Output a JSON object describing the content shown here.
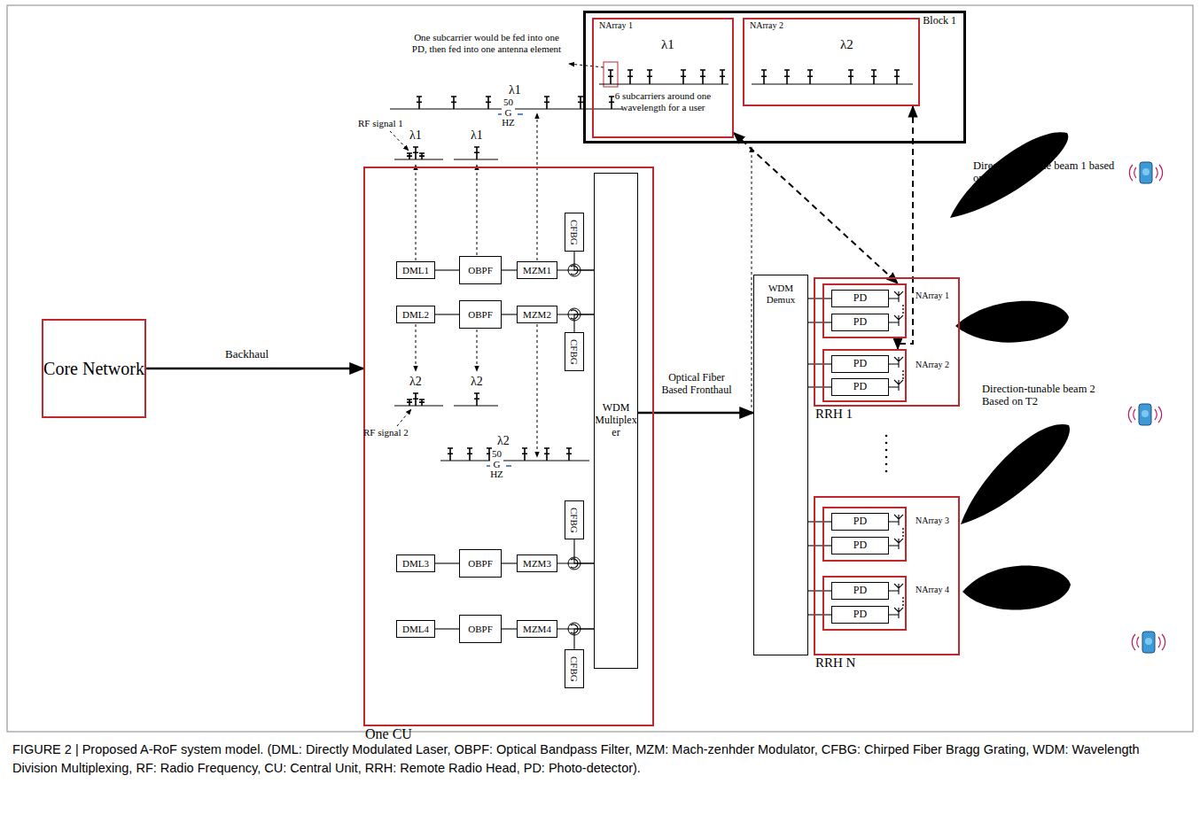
{
  "diagram": {
    "caption": "FIGURE 2 | Proposed A-RoF system model. (DML: Directly Modulated Laser, OBPF: Optical Bandpass Filter, MZM: Mach-zenhder Modulator, CFBG: Chirped Fiber Bragg Grating, WDM: Wavelength Division Multiplexing, RF: Radio Frequency, CU: Central Unit, RRH: Remote Radio Head, PD: Photo-detector).",
    "nodes": [
      {
        "text": [
          "Core Network"
        ]
      },
      {
        "text": [
          "One CU"
        ]
      },
      {
        "text": [
          "DML1"
        ],
        "in": 1
      },
      {
        "text": [
          "OBPF"
        ],
        "in": 1
      },
      {
        "text": [
          "MZM1"
        ],
        "in": 1
      },
      {
        "text": [
          "CFBG"
        ],
        "in": 1
      },
      {
        "text": [
          "DML2"
        ],
        "in": 1
      },
      {
        "text": [
          "OBPF"
        ],
        "in": 1
      },
      {
        "text": [
          "MZM2"
        ],
        "in": 1
      },
      {
        "text": [
          "CFBG"
        ],
        "in": 1
      },
      {
        "text": [
          "DML3"
        ],
        "in": 1
      },
      {
        "text": [
          "OBPF"
        ],
        "in": 1
      },
      {
        "text": [
          "MZM3"
        ],
        "in": 1
      },
      {
        "text": [
          "CFBG"
        ],
        "in": 1
      },
      {
        "text": [
          "DML4"
        ],
        "in": 1
      },
      {
        "text": [
          "OBPF"
        ],
        "in": 1
      },
      {
        "text": [
          "MZM4"
        ],
        "in": 1
      },
      {
        "text": [
          "CFBG"
        ],
        "in": 1
      },
      {
        "text": [
          "WDM Multiplexer"
        ],
        "in": 1
      },
      {
        "text": [
          "Block 1"
        ]
      },
      {
        "text": [
          "NArray 1",
          "λ1",
          "6 subcarriers around one wavelength for a user"
        ],
        "in": 19
      },
      {
        "text": [
          "NArray 2",
          "λ2"
        ],
        "in": 19
      },
      {
        "text": [
          "WDM Demux"
        ]
      },
      {
        "text": [
          "RRH 1"
        ]
      },
      {
        "text": [
          "NArray 1"
        ],
        "in": 23
      },
      {
        "text": [
          "PD"
        ],
        "in": 24
      },
      {
        "text": [
          "PD"
        ],
        "in": 24
      },
      {
        "text": [
          "NArray 2"
        ],
        "in": 23
      },
      {
        "text": [
          "PD"
        ],
        "in": 27
      },
      {
        "text": [
          "PD"
        ],
        "in": 27
      },
      {
        "text": [
          "RRH N"
        ]
      },
      {
        "text": [
          "NArray 3"
        ],
        "in": 30
      },
      {
        "text": [
          "PD"
        ],
        "in": 31
      },
      {
        "text": [
          "PD"
        ],
        "in": 31
      },
      {
        "text": [
          "NArray 4"
        ],
        "in": 30
      },
      {
        "text": [
          "PD"
        ],
        "in": 34
      },
      {
        "text": [
          "PD"
        ],
        "in": 34
      }
    ],
    "edges": [
      {
        "from": 0,
        "to": 1,
        "arrow": "to",
        "label": "Backhaul"
      },
      {
        "from": 2,
        "to": 3,
        "arrow": "none"
      },
      {
        "from": 3,
        "to": 4,
        "arrow": "none"
      },
      {
        "from": 4,
        "to": 18,
        "arrow": "none"
      },
      {
        "from": 5,
        "to": 18,
        "arrow": "none"
      },
      {
        "from": 6,
        "to": 7,
        "arrow": "none"
      },
      {
        "from": 7,
        "to": 8,
        "arrow": "none"
      },
      {
        "from": 8,
        "to": 18,
        "arrow": "none"
      },
      {
        "from": 9,
        "to": 18,
        "arrow": "none"
      },
      {
        "from": 10,
        "to": 11,
        "arrow": "none"
      },
      {
        "from": 11,
        "to": 12,
        "arrow": "none"
      },
      {
        "from": 12,
        "to": 18,
        "arrow": "none"
      },
      {
        "from": 13,
        "to": 18,
        "arrow": "none"
      },
      {
        "from": 14,
        "to": 15,
        "arrow": "none"
      },
      {
        "from": 15,
        "to": 16,
        "arrow": "none"
      },
      {
        "from": 16,
        "to": 18,
        "arrow": "none"
      },
      {
        "from": 17,
        "to": 18,
        "arrow": "none"
      },
      {
        "from": 18,
        "to": 22,
        "arrow": "to",
        "label": "Optical Fiber Based Fronthaul"
      },
      {
        "from": 22,
        "to": 25,
        "arrow": "none"
      },
      {
        "from": 22,
        "to": 26,
        "arrow": "none"
      },
      {
        "from": 22,
        "to": 28,
        "arrow": "none"
      },
      {
        "from": 22,
        "to": 29,
        "arrow": "none"
      },
      {
        "from": 22,
        "to": 32,
        "arrow": "none"
      },
      {
        "from": 22,
        "to": 33,
        "arrow": "none"
      },
      {
        "from": 22,
        "to": 35,
        "arrow": "none"
      },
      {
        "from": 22,
        "to": 36,
        "arrow": "none"
      },
      {
        "from": 20,
        "to": 24,
        "arrow": "both"
      },
      {
        "from": 21,
        "to": 27,
        "arrow": "both"
      }
    ],
    "labels": [
      "One subcarrier would be fed into one PD, then fed into one antenna element",
      "RF signal 1",
      "λ1",
      "λ1",
      "λ1",
      "50 GHZ",
      "λ2",
      "λ2",
      "RF signal 2",
      "λ2",
      "50 GHZ",
      "Direction-tunable beam 1 based on T1",
      "Direction-tunable beam 2 Based on T2"
    ]
  }
}
